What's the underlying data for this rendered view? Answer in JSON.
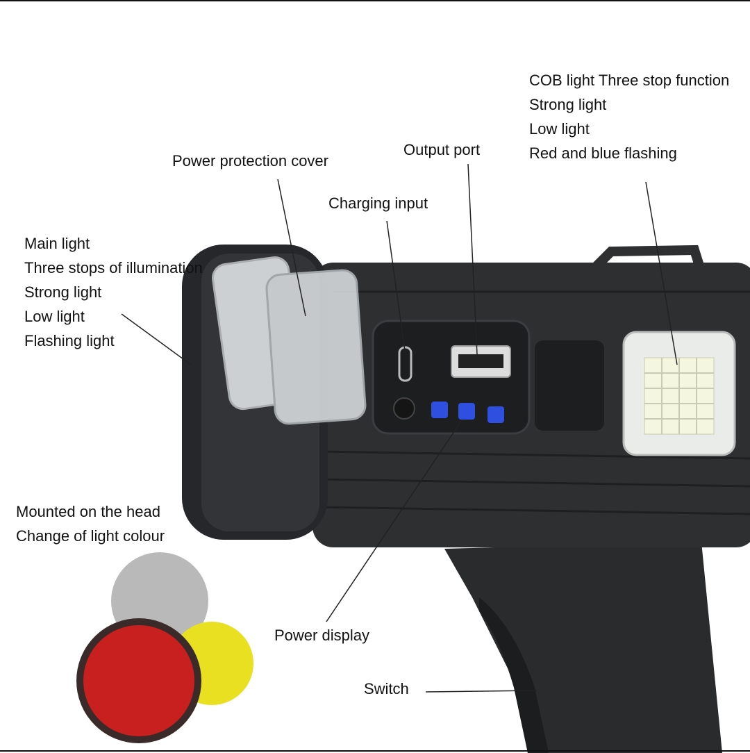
{
  "labels": {
    "cob": [
      "COB light Three stop function",
      "Strong light",
      "Low light",
      "Red and blue flashing"
    ],
    "output_port": "Output port",
    "power_cover": "Power protection cover",
    "charging_input": "Charging input",
    "main_light": [
      "Main light",
      "Three stops of illumination",
      "Strong light",
      "Low light",
      "Flashing light"
    ],
    "head_mount": [
      "Mounted on the head",
      "Change of light colour"
    ],
    "power_display": "Power display",
    "switch": "Switch"
  },
  "colors": {
    "body": "#2b2c2e",
    "indicator": "#2f4fe0",
    "filter_red": "#c8201f",
    "filter_yellow": "#e8e020",
    "filter_grey": "#a8a8a8"
  }
}
